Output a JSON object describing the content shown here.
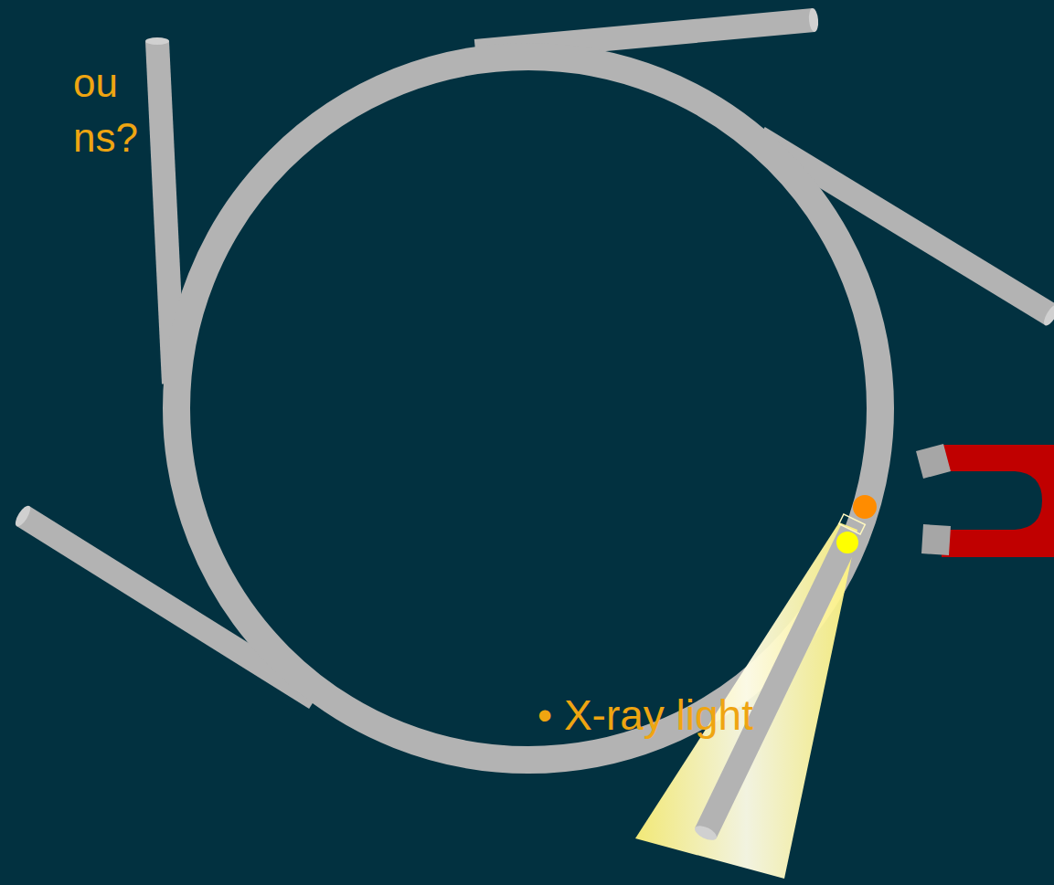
{
  "diagram": {
    "labels": [
      "ou",
      "ns?",
      "• X-ray light"
    ]
  }
}
